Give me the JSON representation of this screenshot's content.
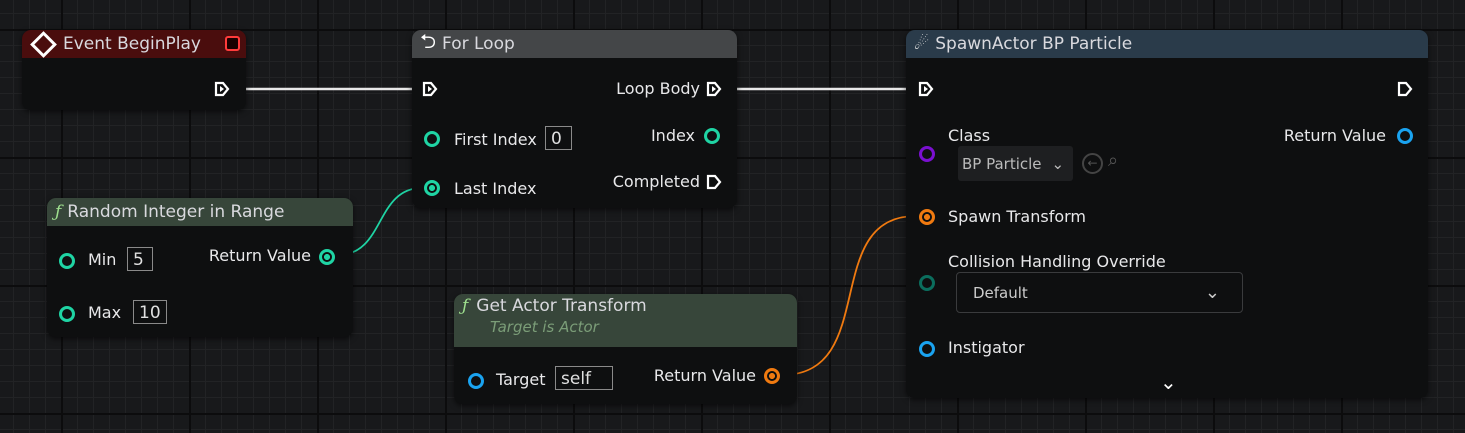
{
  "colors": {
    "exec": "#ffffff",
    "integer": "#1fd4a4",
    "transform": "#f07a10",
    "object": "#1aa3f0",
    "class": "#7a10d0",
    "enum": "#0b6e5e"
  },
  "nodes": {
    "begin_play": {
      "title": "Event BeginPlay",
      "icon": "event-diamond-icon"
    },
    "for_loop": {
      "title": "For Loop",
      "icon": "loop-icon",
      "first_index_label": "First Index",
      "first_index_value": "0",
      "last_index_label": "Last Index",
      "loop_body_label": "Loop Body",
      "index_label": "Index",
      "completed_label": "Completed"
    },
    "random_int": {
      "title": "Random Integer in Range",
      "icon": "function-icon",
      "min_label": "Min",
      "min_value": "5",
      "max_label": "Max",
      "max_value": "10",
      "return_label": "Return Value"
    },
    "get_transform": {
      "title": "Get Actor Transform",
      "subtitle": "Target is Actor",
      "icon": "function-icon",
      "target_label": "Target",
      "target_value": "self",
      "return_label": "Return Value"
    },
    "spawn_actor": {
      "title": "SpawnActor BP Particle",
      "icon": "spawn-actor-icon",
      "class_label": "Class",
      "class_value": "BP Particle",
      "return_label": "Return Value",
      "spawn_transform_label": "Spawn Transform",
      "collision_label": "Collision Handling Override",
      "collision_value": "Default",
      "instigator_label": "Instigator"
    }
  }
}
